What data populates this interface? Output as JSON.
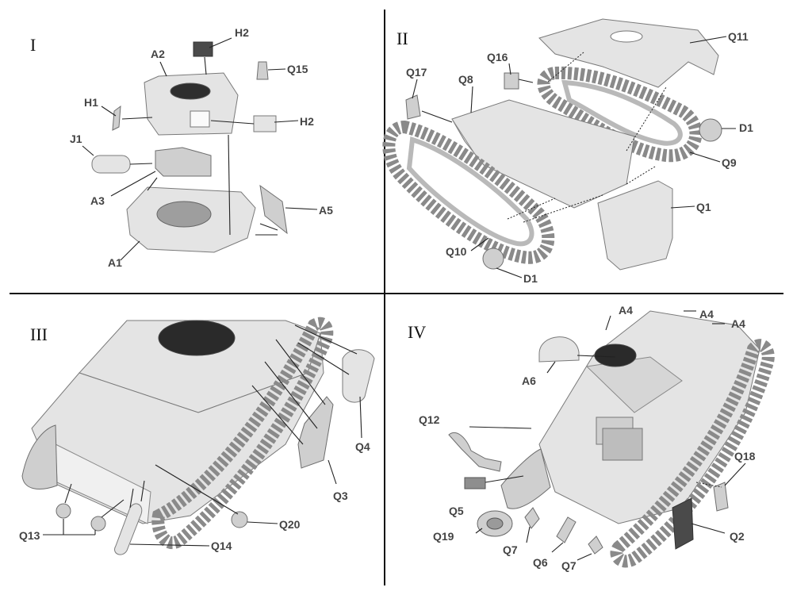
{
  "panels": {
    "p1": {
      "numeral": "I",
      "labels": {
        "h2a": "H2",
        "a2": "A2",
        "q15": "Q15",
        "h1": "H1",
        "h2b": "H2",
        "j1": "J1",
        "a3": "A3",
        "a5": "A5",
        "a1": "A1"
      }
    },
    "p2": {
      "numeral": "II",
      "labels": {
        "q11": "Q11",
        "q16": "Q16",
        "q17": "Q17",
        "q8": "Q8",
        "d1a": "D1",
        "q9": "Q9",
        "q1": "Q1",
        "q10": "Q10",
        "d1b": "D1"
      }
    },
    "p3": {
      "numeral": "III",
      "labels": {
        "q4": "Q4",
        "q3": "Q3",
        "q20": "Q20",
        "q13": "Q13",
        "q14": "Q14"
      }
    },
    "p4": {
      "numeral": "IV",
      "labels": {
        "a4a": "A4",
        "a4b": "A4",
        "a4c": "A4",
        "a6": "A6",
        "q12": "Q12",
        "q18": "Q18",
        "q5": "Q5",
        "q19": "Q19",
        "q7a": "Q7",
        "q6": "Q6",
        "q7b": "Q7",
        "q2": "Q2"
      }
    }
  }
}
